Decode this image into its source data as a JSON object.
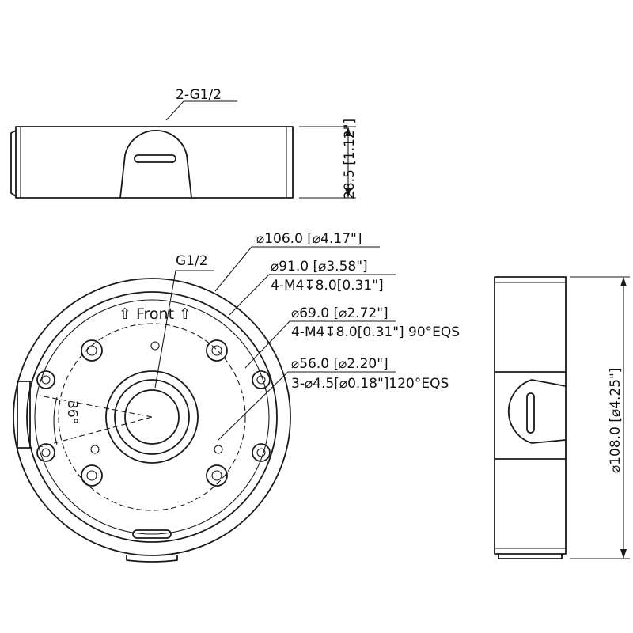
{
  "labels": {
    "side_port": "2-G1/2",
    "side_height": "28.5 [1.12\"]",
    "port": "G1/2",
    "front": "⇧ Front ⇧",
    "angle": "36°",
    "d106": "⌀106.0 [⌀4.17\"]",
    "d91": "⌀91.0 [⌀3.58\"]",
    "m4_a": "4-M4↧8.0[0.31\"]",
    "d69": "⌀69.0 [⌀2.72\"]",
    "m4_b": "4-M4↧8.0[0.31\"] 90°EQS",
    "d56": "⌀56.0 [⌀2.20\"]",
    "holes": "3-⌀4.5[⌀0.18\"]120°EQS",
    "side_dia": "⌀108.0 [⌀4.25\"]"
  }
}
